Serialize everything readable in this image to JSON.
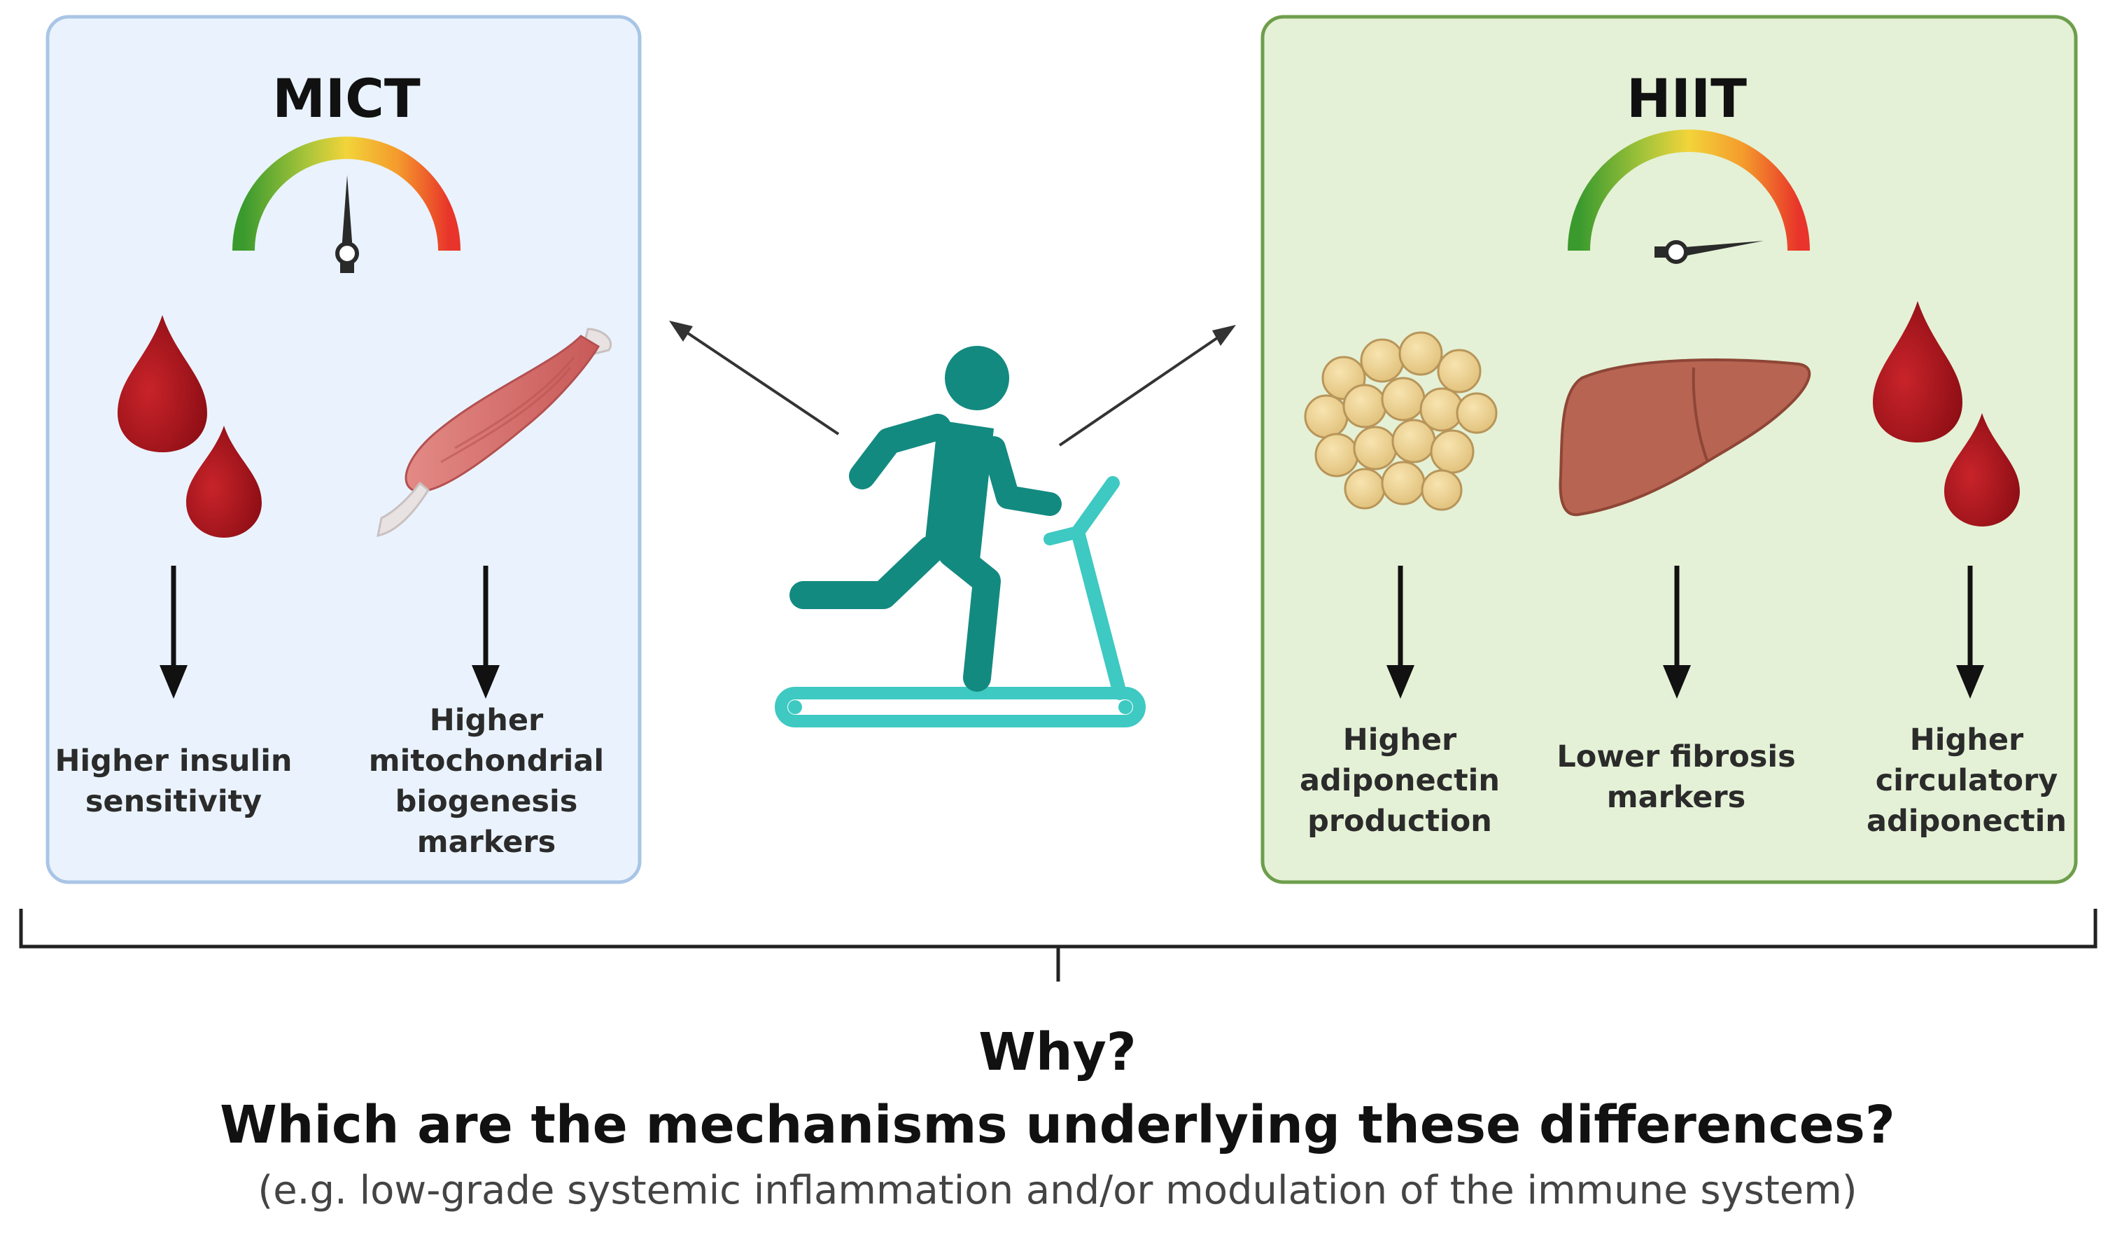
{
  "mict": {
    "title": "MICT",
    "outcomes": [
      {
        "lines": [
          "Higher insulin",
          "sensitivity"
        ]
      },
      {
        "lines": [
          "Higher",
          "mitochondrial",
          "biogenesis",
          "markers"
        ]
      }
    ]
  },
  "hiit": {
    "title": "HIIT",
    "outcomes": [
      {
        "lines": [
          "Higher",
          "adiponectin",
          "production"
        ]
      },
      {
        "lines": [
          "Lower fibrosis",
          "markers"
        ]
      },
      {
        "lines": [
          "Higher",
          "circulatory",
          "adiponectin"
        ]
      }
    ]
  },
  "question": {
    "why": "Why?",
    "main": "Which are the mechanisms underlying these differences?",
    "example": "(e.g. low-grade systemic inflammation and/or modulation of the immune system)"
  },
  "colors": {
    "mict_bg": "#eaf3fd",
    "mict_border": "#a9c5e6",
    "hiit_bg": "#e4f1d6",
    "hiit_border": "#6e9e4c",
    "blood": "#a8141c",
    "runner": "#138a80",
    "treadmill": "#3ec9c2",
    "liver": "#b86452",
    "muscle": "#d9706e"
  }
}
